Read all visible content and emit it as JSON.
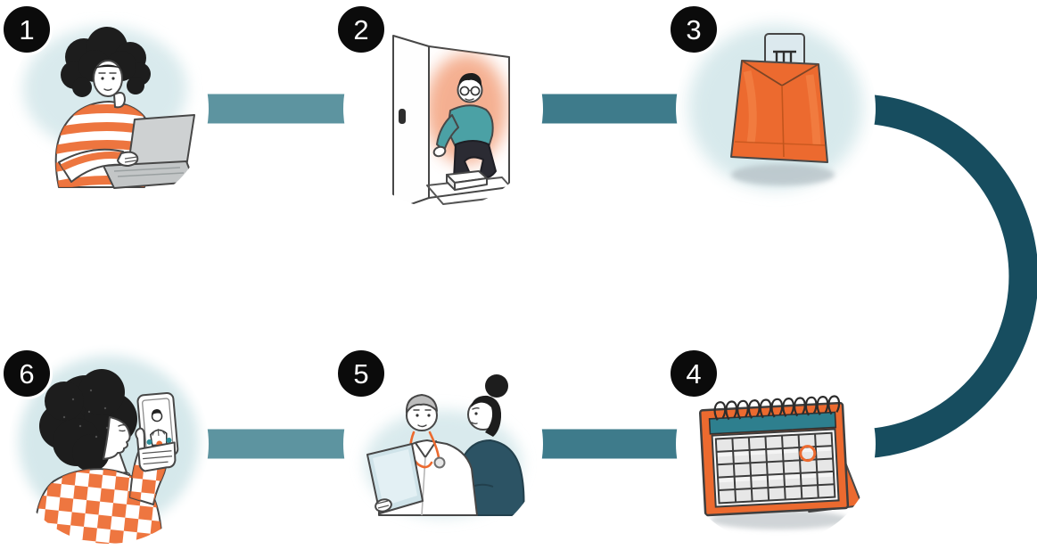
{
  "diagram": {
    "type": "process-flow",
    "step_count": 6,
    "steps": [
      {
        "number": "1",
        "name": "order-online",
        "icon": "person-at-laptop-icon"
      },
      {
        "number": "2",
        "name": "home-delivery",
        "icon": "person-picking-up-package-at-door-icon"
      },
      {
        "number": "3",
        "name": "test-kit-envelope",
        "icon": "envelope-with-test-card-icon"
      },
      {
        "number": "4",
        "name": "scheduled-date",
        "icon": "calendar-with-circled-date-icon"
      },
      {
        "number": "5",
        "name": "doctor-consultation",
        "icon": "doctor-with-patient-icon"
      },
      {
        "number": "6",
        "name": "telehealth-call",
        "icon": "person-on-video-call-icon"
      }
    ],
    "flow_order": [
      "1",
      "2",
      "3",
      "4",
      "5",
      "6"
    ],
    "colors": {
      "connector_light": "#5d94a0",
      "connector_mid": "#3e7b8b",
      "connector_dark": "#174d5f",
      "badge_bg": "#0b0b0b",
      "badge_text": "#ffffff",
      "accent_orange": "#ec6a2f",
      "watercolor_blue": "#d5e8eb",
      "watercolor_orange": "#f3a27e",
      "teal_sweater": "#4ba1a5",
      "calendar_teal": "#2e7f8e",
      "patient_navy": "#2c5364",
      "ink": "#474747"
    }
  }
}
